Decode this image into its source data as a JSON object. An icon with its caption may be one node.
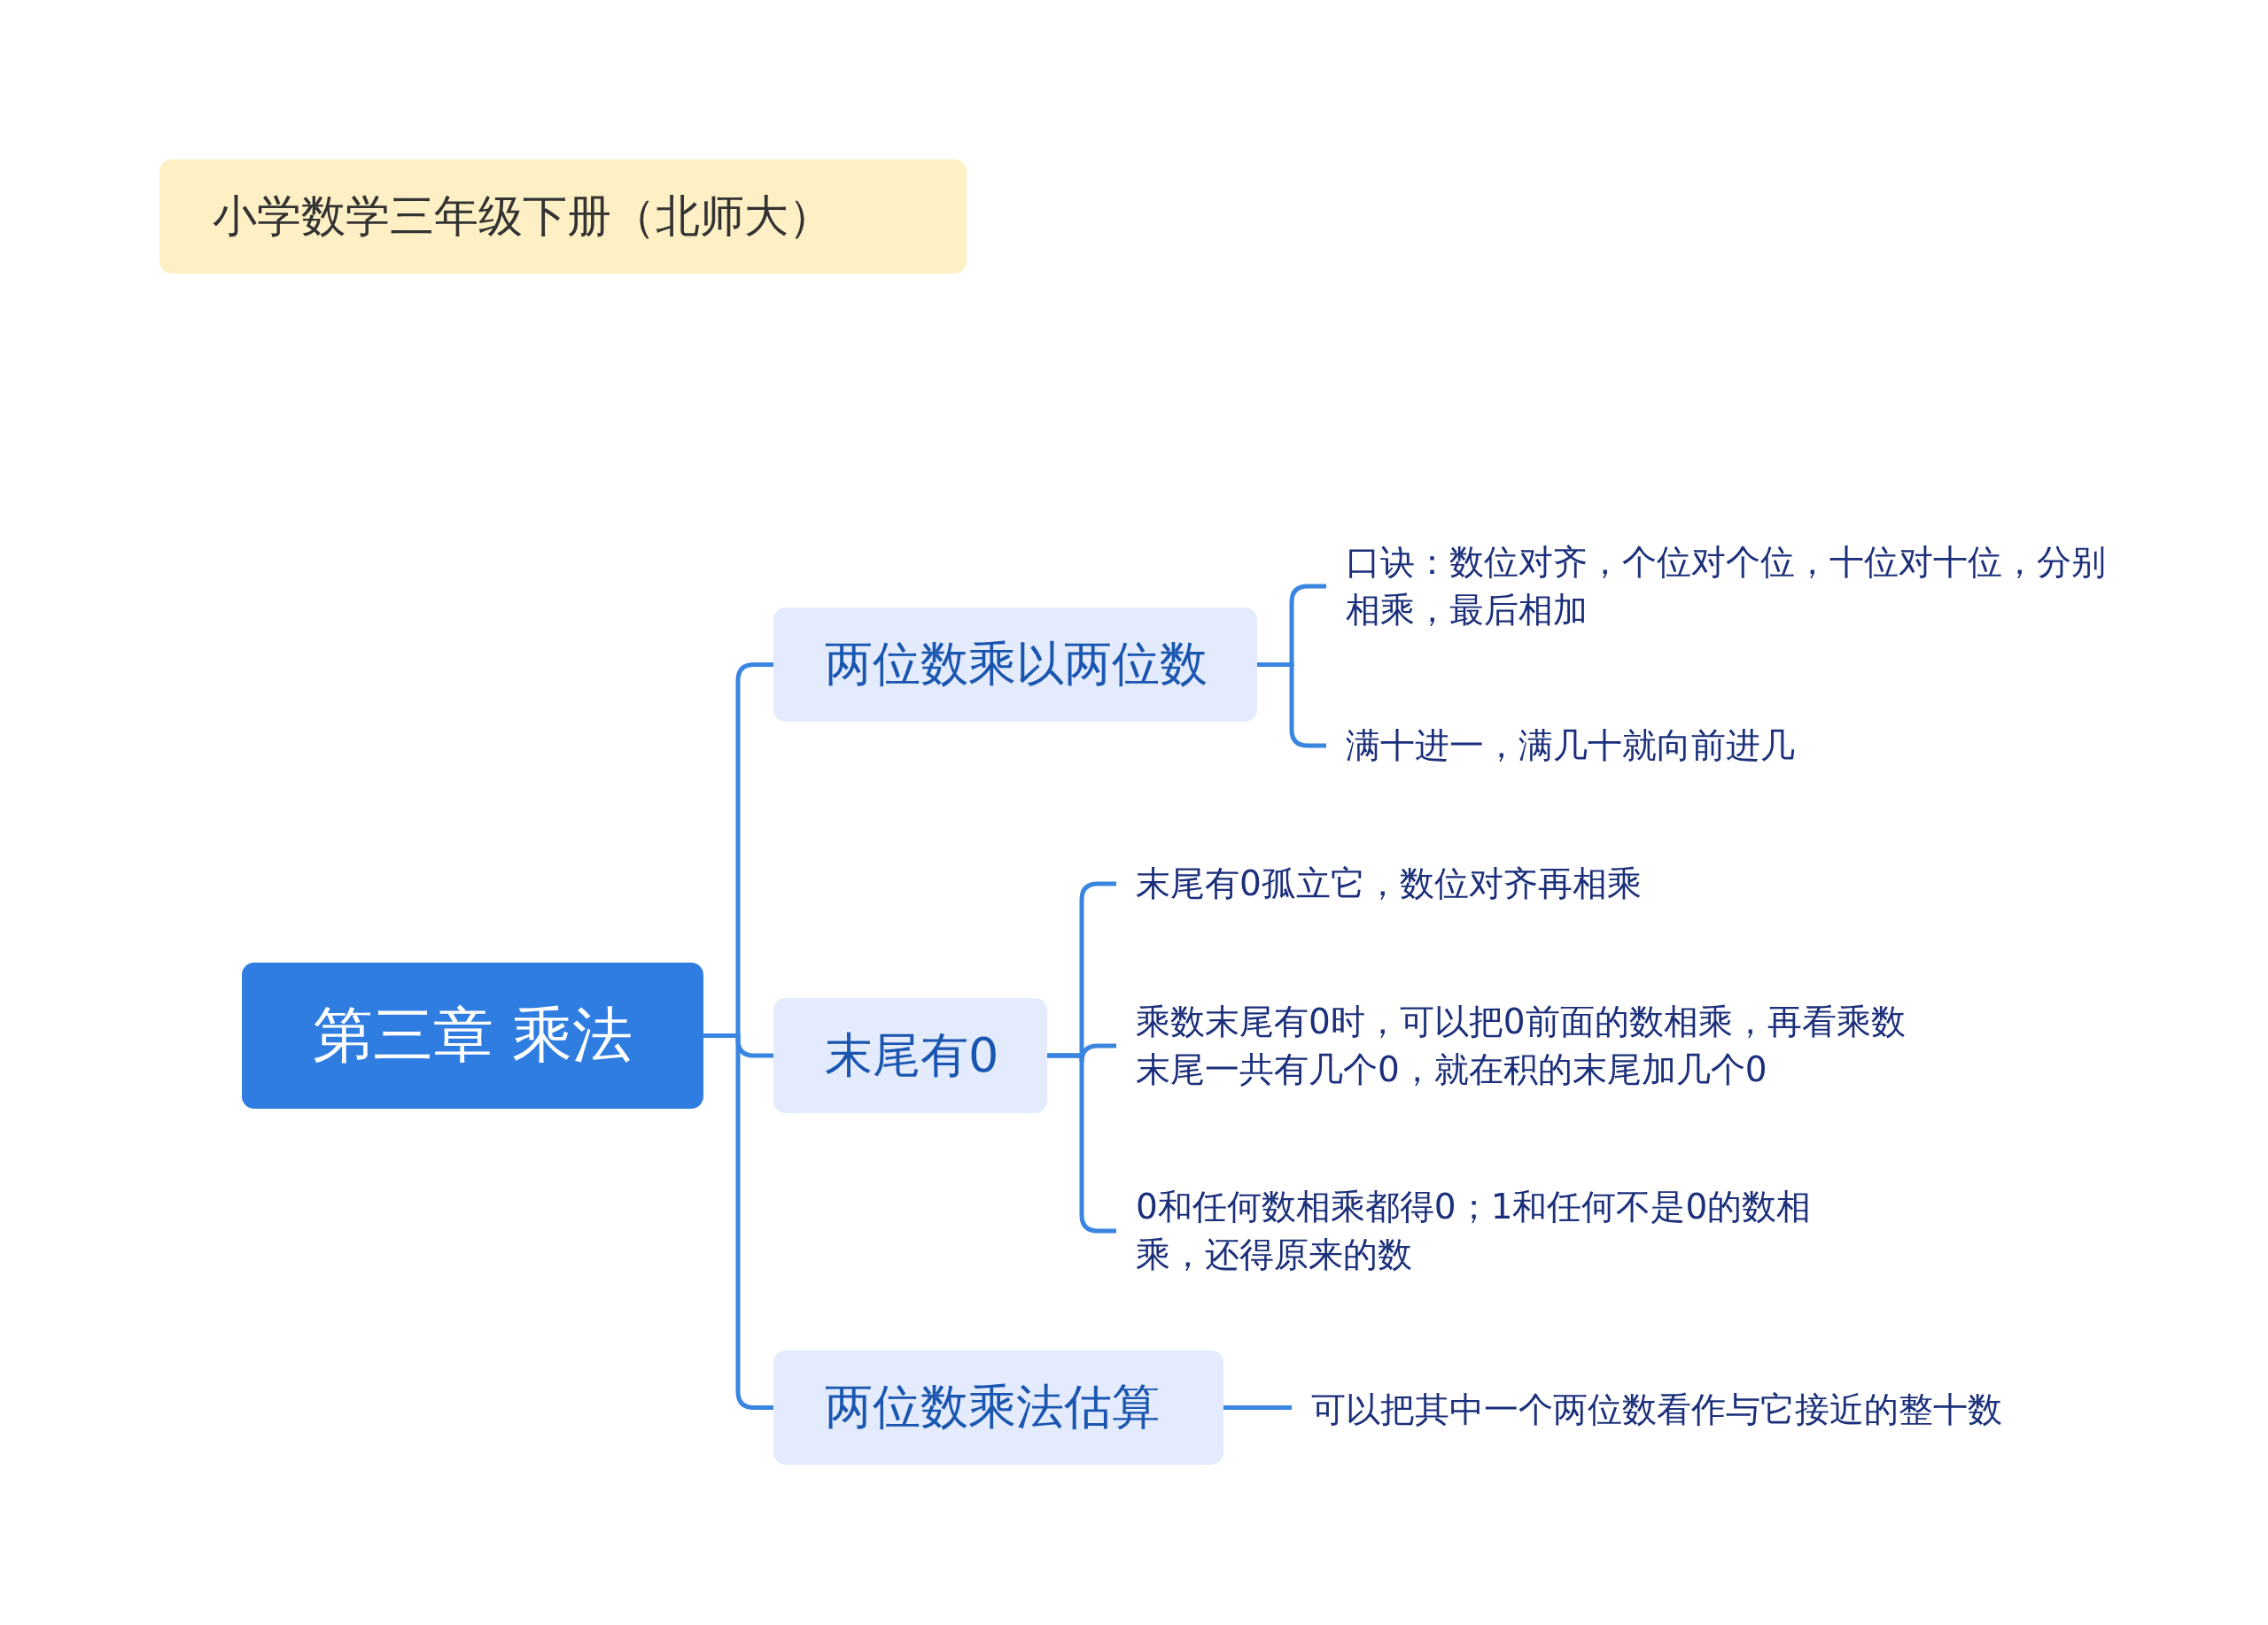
{
  "diagram": {
    "nodes": [
      {
        "text": [
          "小学数学三年级下册（北师大）"
        ]
      },
      {
        "text": [
          "第三章 乘法"
        ]
      },
      {
        "text": [
          "两位数乘以两位数"
        ]
      },
      {
        "text": [
          "口诀：数位对齐，个位对个位，十位对十位，分别相乘，最后相加"
        ]
      },
      {
        "text": [
          "满十进一，满几十就向前进几"
        ]
      },
      {
        "text": [
          "末尾有0"
        ]
      },
      {
        "text": [
          "末尾有0孤立它，数位对齐再相乘"
        ]
      },
      {
        "text": [
          "乘数末尾有0时，可以把0前面的数相乘，再看乘数末尾一共有几个0，就在积的末尾加几个0"
        ]
      },
      {
        "text": [
          "0和任何数相乘都得0；1和任何不是0的数相乘，还得原来的数"
        ]
      },
      {
        "text": [
          "两位数乘法估算"
        ]
      },
      {
        "text": [
          "可以把其中一个两位数看作与它接近的整十数"
        ]
      }
    ],
    "edges": [
      {
        "from": 1,
        "to": 2,
        "arrow": "none"
      },
      {
        "from": 1,
        "to": 5,
        "arrow": "none"
      },
      {
        "from": 1,
        "to": 9,
        "arrow": "none"
      },
      {
        "from": 2,
        "to": 3,
        "arrow": "none"
      },
      {
        "from": 2,
        "to": 4,
        "arrow": "none"
      },
      {
        "from": 5,
        "to": 6,
        "arrow": "none"
      },
      {
        "from": 5,
        "to": 7,
        "arrow": "none"
      },
      {
        "from": 5,
        "to": 8,
        "arrow": "none"
      },
      {
        "from": 9,
        "to": 10,
        "arrow": "none"
      }
    ]
  }
}
